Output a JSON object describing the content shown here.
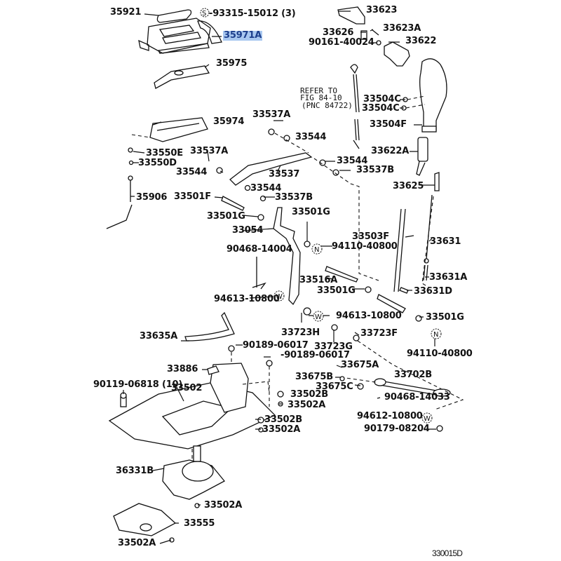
{
  "diagram": {
    "title": "Shift lever & retainer parts diagram",
    "figure_code": "330015D",
    "highlight_color": "#a9c8f0",
    "highlighted_part": "35971A",
    "reference_note": {
      "line1": "REFER TO",
      "line2": "FIG 84-10",
      "line3": "(PNC 84722)"
    },
    "symbols": {
      "S": "S",
      "N": "N",
      "W": "W"
    },
    "labels": [
      {
        "id": "35921",
        "text": "35921"
      },
      {
        "id": "93315",
        "text": "-93315-15012 (3)"
      },
      {
        "id": "35971A",
        "text": "35971A"
      },
      {
        "id": "35975",
        "text": "35975"
      },
      {
        "id": "33623",
        "text": "33623"
      },
      {
        "id": "33626",
        "text": "33626"
      },
      {
        "id": "33623A",
        "text": "33623A"
      },
      {
        "id": "90161",
        "text": "90161-40024"
      },
      {
        "id": "33622",
        "text": "33622"
      },
      {
        "id": "33504C_1",
        "text": "33504C"
      },
      {
        "id": "33504C_2",
        "text": "33504C"
      },
      {
        "id": "33504F",
        "text": "33504F"
      },
      {
        "id": "33622A",
        "text": "33622A"
      },
      {
        "id": "33625",
        "text": "33625"
      },
      {
        "id": "35974",
        "text": "35974"
      },
      {
        "id": "33550E",
        "text": "33550E"
      },
      {
        "id": "33550D",
        "text": "33550D"
      },
      {
        "id": "33537A_1",
        "text": "33537A"
      },
      {
        "id": "33537A_2",
        "text": "33537A"
      },
      {
        "id": "33544_1",
        "text": "33544"
      },
      {
        "id": "33544_2",
        "text": "33544"
      },
      {
        "id": "33544_3",
        "text": "33544"
      },
      {
        "id": "33544_4",
        "text": "33544"
      },
      {
        "id": "33537",
        "text": "33537"
      },
      {
        "id": "33537B_1",
        "text": "33537B"
      },
      {
        "id": "33537B_2",
        "text": "33537B"
      },
      {
        "id": "35906",
        "text": "35906"
      },
      {
        "id": "33501F",
        "text": "33501F"
      },
      {
        "id": "33501G_1",
        "text": "33501G"
      },
      {
        "id": "33501G_2",
        "text": "33501G"
      },
      {
        "id": "33501G_3",
        "text": "33501G"
      },
      {
        "id": "33501G_4",
        "text": "33501G"
      },
      {
        "id": "33054",
        "text": "33054"
      },
      {
        "id": "33503F",
        "text": "33503F"
      },
      {
        "id": "94110_1",
        "text": "94110-40800"
      },
      {
        "id": "94110_2",
        "text": "94110-40800"
      },
      {
        "id": "33631",
        "text": "33631"
      },
      {
        "id": "90468_1",
        "text": "90468-14004"
      },
      {
        "id": "33516A",
        "text": "33516A"
      },
      {
        "id": "33631A",
        "text": "33631A"
      },
      {
        "id": "33631D",
        "text": "33631D"
      },
      {
        "id": "94613_1",
        "text": "94613-10800"
      },
      {
        "id": "94613_2",
        "text": "94613-10800"
      },
      {
        "id": "33723H",
        "text": "33723H"
      },
      {
        "id": "33723F",
        "text": "33723F"
      },
      {
        "id": "33723G",
        "text": "33723G"
      },
      {
        "id": "33635A",
        "text": "33635A"
      },
      {
        "id": "90189_1",
        "text": "90189-06017"
      },
      {
        "id": "90189_2",
        "text": "-90189-06017"
      },
      {
        "id": "33886",
        "text": "33886"
      },
      {
        "id": "33675A",
        "text": "33675A"
      },
      {
        "id": "33675B",
        "text": "33675B"
      },
      {
        "id": "33675C",
        "text": "33675C"
      },
      {
        "id": "33702B",
        "text": "33702B"
      },
      {
        "id": "90119",
        "text": "90119-06818 (10)"
      },
      {
        "id": "33502",
        "text": "33502"
      },
      {
        "id": "33502B_1",
        "text": "33502B"
      },
      {
        "id": "33502A_1",
        "text": "33502A"
      },
      {
        "id": "90468_2",
        "text": "90468-14033"
      },
      {
        "id": "33502B_2",
        "text": "33502B"
      },
      {
        "id": "33502A_2",
        "text": "33502A"
      },
      {
        "id": "94612",
        "text": "94612-10800"
      },
      {
        "id": "90179",
        "text": "90179-08204"
      },
      {
        "id": "36331B",
        "text": "36331B"
      },
      {
        "id": "33502A_3",
        "text": "33502A"
      },
      {
        "id": "33555",
        "text": "33555"
      },
      {
        "id": "33502A_4",
        "text": "33502A"
      }
    ]
  }
}
